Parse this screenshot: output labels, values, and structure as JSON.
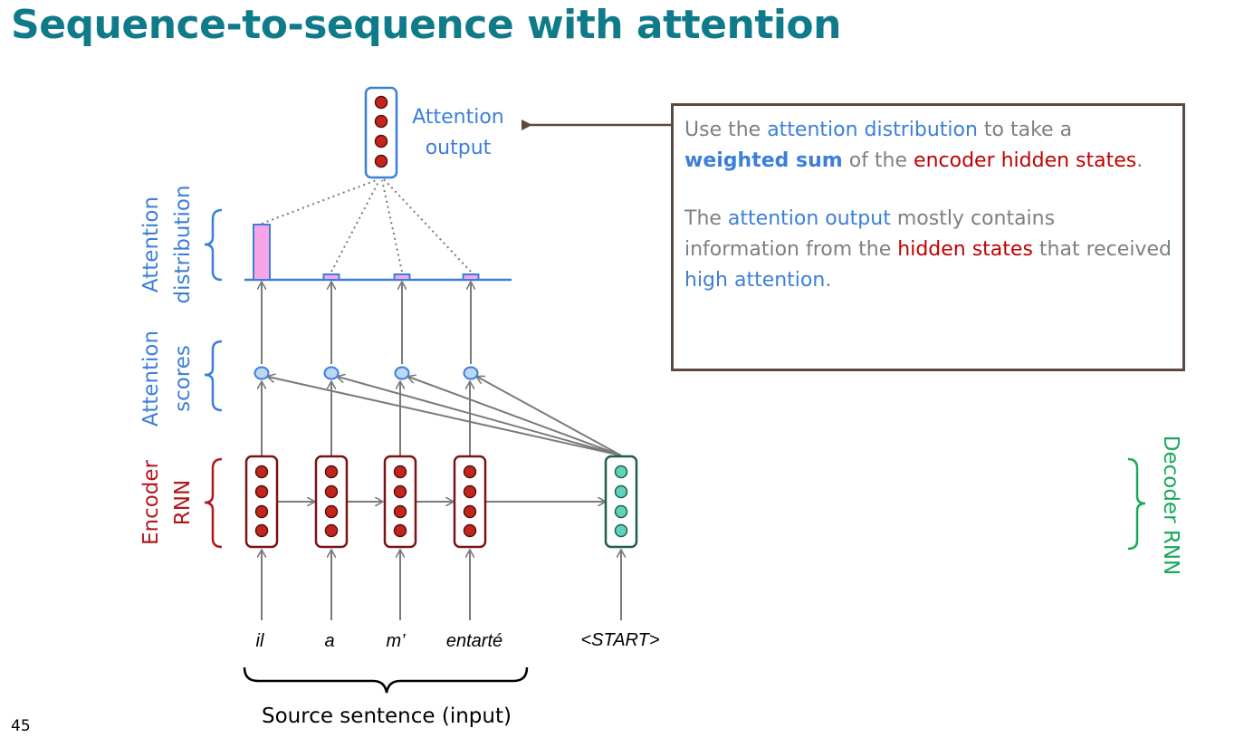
{
  "title": "Sequence-to-sequence with attention",
  "labels": {
    "attention_output": [
      "Attention",
      "output"
    ],
    "attention_distribution": [
      "Attention",
      "distribution"
    ],
    "attention_scores": [
      "Attention",
      "scores"
    ],
    "encoder_rnn": [
      "Encoder",
      "RNN"
    ],
    "decoder_rnn": "Decoder RNN",
    "source_sentence": "Source sentence (input)"
  },
  "source_words": [
    "il",
    "a",
    "m’",
    "entarté"
  ],
  "decoder_input": "<START>",
  "note": {
    "p1": [
      "Use the ",
      "attention distribution",
      " to take a ",
      "weighted sum",
      " of the ",
      "encoder hidden states",
      "."
    ],
    "p2": [
      "The ",
      "attention output",
      " mostly contains information from the ",
      "hidden states",
      " that received ",
      "high attention",
      "."
    ]
  },
  "page_number": "45",
  "colors": {
    "title": "#0f7a8a",
    "blue": "#3c7fd8",
    "encoder": "#a01c1c",
    "decoder": "#1aa85a",
    "dist_bar": "#f6a6e6"
  },
  "attention_weights": [
    0.85,
    0.05,
    0.05,
    0.05
  ]
}
